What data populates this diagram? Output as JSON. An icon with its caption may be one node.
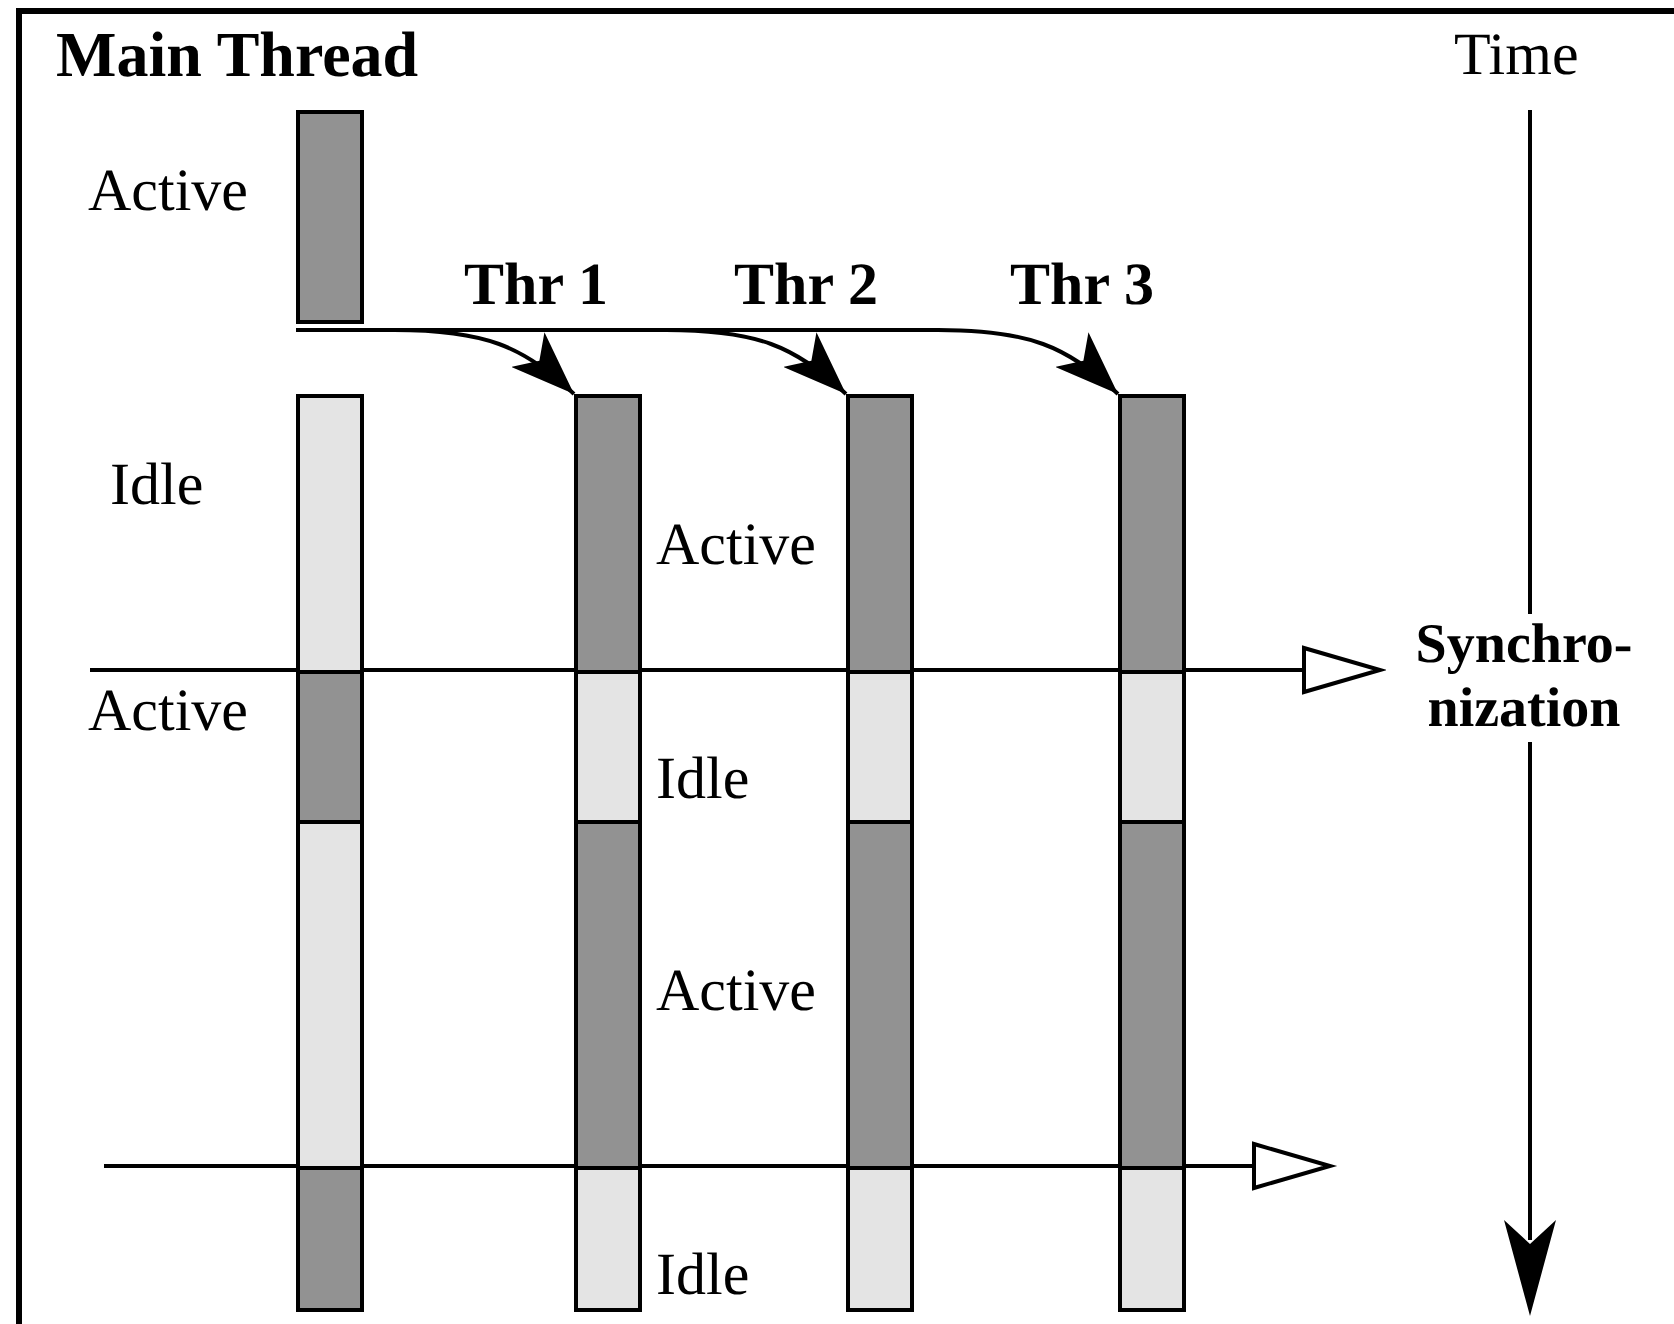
{
  "diagram": {
    "nodes": [
      {
        "text": [],
        "shape": "bar",
        "beside": [
          "Active"
        ]
      },
      {
        "text": [],
        "shape": "bar",
        "beside": [
          "Idle"
        ]
      },
      {
        "text": [],
        "shape": "bar",
        "beside": [
          "Active"
        ]
      },
      {
        "text": [],
        "shape": "bar"
      },
      {
        "text": [],
        "shape": "bar"
      },
      {
        "text": [],
        "shape": "bar",
        "beside": [
          "Thr 1",
          "Active"
        ]
      },
      {
        "text": [],
        "shape": "bar",
        "beside": [
          "Idle"
        ]
      },
      {
        "text": [],
        "shape": "bar",
        "beside": [
          "Active"
        ]
      },
      {
        "text": [],
        "shape": "bar",
        "beside": [
          "Idle"
        ]
      },
      {
        "text": [],
        "shape": "bar",
        "beside": [
          "Thr 2"
        ]
      },
      {
        "text": [],
        "shape": "bar"
      },
      {
        "text": [],
        "shape": "bar"
      },
      {
        "text": [],
        "shape": "bar"
      },
      {
        "text": [],
        "shape": "bar",
        "beside": [
          "Thr 3"
        ]
      },
      {
        "text": [],
        "shape": "bar"
      },
      {
        "text": [],
        "shape": "bar"
      },
      {
        "text": [],
        "shape": "bar"
      }
    ],
    "edges": [
      {
        "from": 0,
        "to": 5,
        "arrow": "to"
      },
      {
        "from": 0,
        "to": 9,
        "arrow": "to"
      },
      {
        "from": 0,
        "to": 13,
        "arrow": "to"
      }
    ],
    "labels": [
      "Main Thread",
      "Time",
      "Synchro-nization"
    ]
  }
}
